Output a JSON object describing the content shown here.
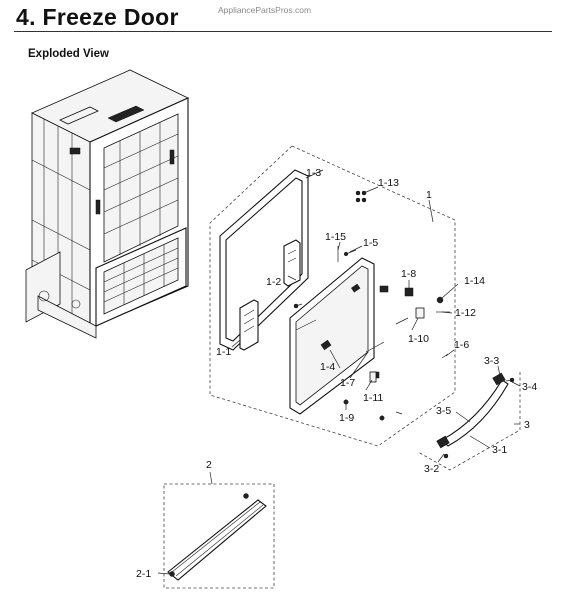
{
  "header": {
    "title": "4.  Freeze Door",
    "watermark": "AppliancePartsPros.com",
    "subtitle": "Exploded View"
  },
  "callouts": {
    "c1": "1",
    "c1_1": "1-1",
    "c1_2": "1-2",
    "c1_3": "1-3",
    "c1_4": "1-4",
    "c1_5": "1-5",
    "c1_6": "1-6",
    "c1_7": "1-7",
    "c1_8": "1-8",
    "c1_9": "1-9",
    "c1_10": "1-10",
    "c1_11": "1-11",
    "c1_12": "1-12",
    "c1_13": "1-13",
    "c1_14": "1-14",
    "c1_15": "1-15",
    "c2": "2",
    "c2_1": "2-1",
    "c3": "3",
    "c3_1": "3-1",
    "c3_2": "3-2",
    "c3_3": "3-3",
    "c3_4": "3-4",
    "c3_5": "3-5"
  }
}
